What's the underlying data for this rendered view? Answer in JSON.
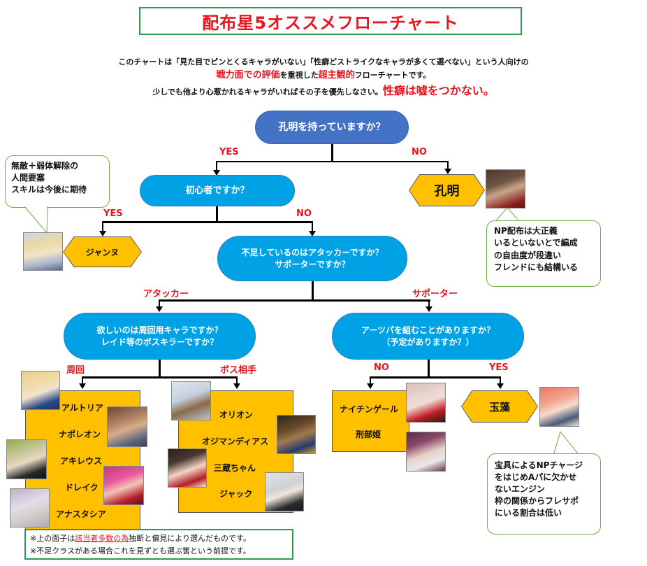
{
  "title": "配布星5オススメフローチャート",
  "intro": {
    "line1": "このチャートは「見た目でピンとくるキャラがいない」「性癖どストライクなキャラが多くて選べない」という人向けの",
    "line2_red1": "戦力面での評価",
    "line2_mid": "を重視した",
    "line2_red2": "超主観的",
    "line2_end": "フローチャートです。",
    "line3": "少しでも他より心惹かれるキャラがいればその子を優先しなさい。",
    "line3_red": "性癖は嘘をつかない。"
  },
  "questions": {
    "q1": "孔明を持っていますか？",
    "q2": "初心者ですか？",
    "q3_line1": "不足しているのはアタッカーですか？",
    "q3_line2": "サポーターですか？",
    "q4_line1": "欲しいのは周回用キャラですか？",
    "q4_line2": "レイド等のボスキラーですか？",
    "q5_line1": "アーツパを組むことがありますか？",
    "q5_line2": "（予定がありますか？）"
  },
  "branches": {
    "q1_yes": "YES",
    "q1_no": "NO",
    "q2_yes": "YES",
    "q2_no": "NO",
    "q3_attacker": "アタッカー",
    "q3_supporter": "サポーター",
    "q4_farm": "周回",
    "q4_boss": "ボス相手",
    "q5_no": "NO",
    "q5_yes": "YES"
  },
  "results": {
    "kongming": "孔明",
    "jeanne": "ジャンヌ",
    "tamamo": "玉藻",
    "farm_list": [
      "アルトリア",
      "ナポレオン",
      "アキレウス",
      "ドレイク",
      "アナスタシア"
    ],
    "boss_list": [
      "オリオン",
      "オジマンディアス",
      "三蔵ちゃん",
      "ジャック"
    ],
    "support_no_list": [
      "ナイチンゲール",
      "刑部姫"
    ]
  },
  "bubbles": {
    "jeanne": [
      "無敵＋弱体解除の",
      "人間要塞",
      "スキルは今後に期待"
    ],
    "kongming": [
      "NP配布は大正義",
      "いるといないとで編成",
      "の自由度が段違い",
      "フレンドにも結構いる"
    ],
    "tamamo": [
      "宝具によるNPチャージ",
      "をはじめAパに欠かせ",
      "ないエンジン",
      "枠の関係からフレサポ",
      "にいる割合は低い"
    ]
  },
  "footnote": {
    "line1_a": "※上の面子は",
    "line1_red": "該当者多数の為",
    "line1_b": "独断と偏見により選んだものです。",
    "line2": "※不足クラスがある場合これを見ずとも選ぶ筈という前提です。"
  },
  "colors": {
    "accent_red": "#e8141e",
    "frame_green": "#2e9a50",
    "q_dark_blue": "#4472c4",
    "q_light_blue": "#00a2e6",
    "result_gold": "#ffc000",
    "bubble_green": "#70ad47"
  }
}
